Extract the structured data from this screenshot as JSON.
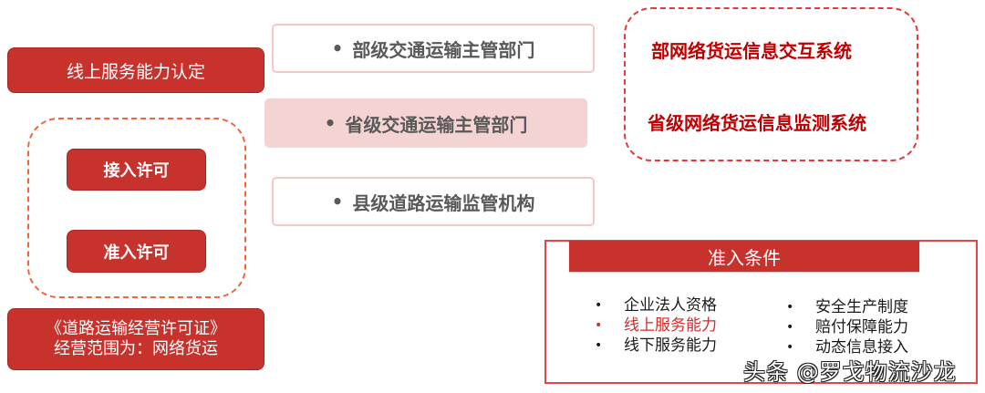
{
  "left": {
    "online_capability": "线上服务能力认定",
    "permits": [
      "接入许可",
      "准入许可"
    ],
    "license": {
      "line1": "《道路运输经营许可证》",
      "line2": "经营范围为：网络货运"
    }
  },
  "authorities": [
    {
      "bullet": "•",
      "label": "部级交通运输主管部门",
      "highlighted": false
    },
    {
      "bullet": "•",
      "label": "省级交通运输主管部门",
      "highlighted": true
    },
    {
      "bullet": "•",
      "label": "县级道路运输监管机构",
      "highlighted": false
    }
  ],
  "systems": [
    "部网络货运信息交互系统",
    "省级网络货运信息监测系统"
  ],
  "conditions": {
    "title": "准入条件",
    "left_items": [
      {
        "bullet": "•",
        "label": "企业法人资格",
        "highlighted": false
      },
      {
        "bullet": "•",
        "label": "线上服务能力",
        "highlighted": true
      },
      {
        "bullet": "•",
        "label": "线下服务能力",
        "highlighted": false
      }
    ],
    "right_items": [
      {
        "bullet": "•",
        "label": "安全生产制度",
        "highlighted": false
      },
      {
        "bullet": "•",
        "label": "赔付保障能力",
        "highlighted": false
      },
      {
        "bullet": "•",
        "label": "动态信息接入",
        "highlighted": false
      }
    ]
  },
  "watermark": "头条 @罗戈物流沙龙",
  "colors": {
    "primary_red": "#c8322c",
    "text_red": "#c00000",
    "highlight_pink": "#f4d3d3",
    "dash_orange": "#f2643c",
    "dash_red": "#e8383a",
    "gray_text": "#595959"
  }
}
